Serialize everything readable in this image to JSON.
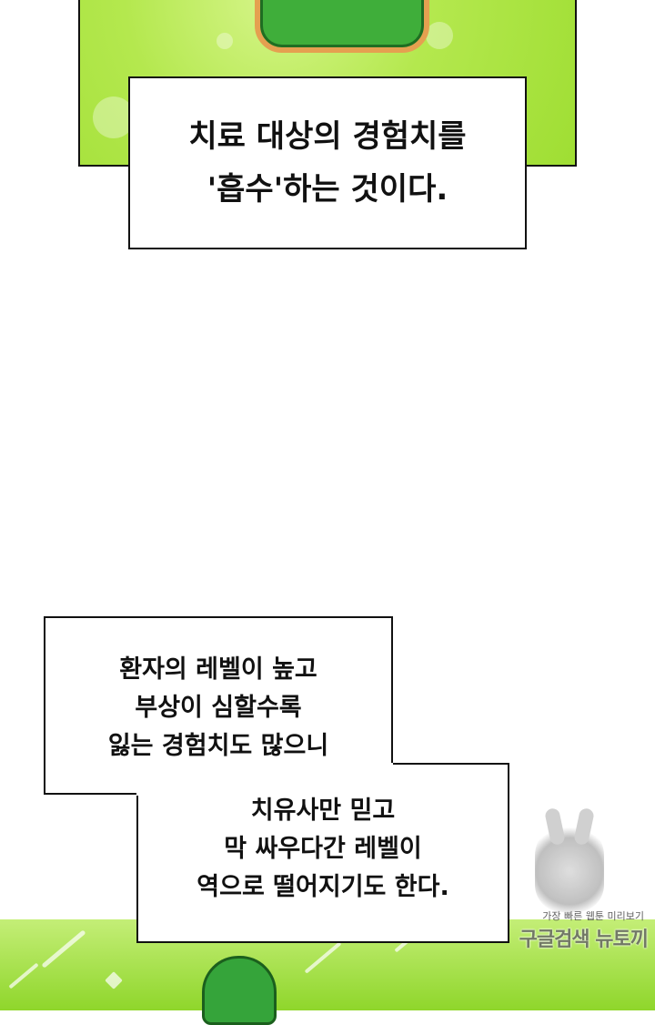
{
  "captions": {
    "top": {
      "line1": "치료 대상의 경험치를",
      "line2": "'흡수'하는 것이다."
    },
    "middle": {
      "line1": "환자의 레벨이 높고",
      "line2": "부상이 심할수록",
      "line3": "잃는 경험치도 많으니"
    },
    "lower": {
      "line1": "치유사만 믿고",
      "line2": "막 싸우다간 레벨이",
      "line3": "역으로 떨어지기도 한다."
    }
  },
  "watermark": {
    "tagline": "가장 빠른 웹툰 미리보기",
    "brand": "구글검색 뉴토끼"
  },
  "colors": {
    "panel_green": "#9fde33",
    "slime_green": "#3fae3a",
    "slime_outline": "#e5a050"
  }
}
